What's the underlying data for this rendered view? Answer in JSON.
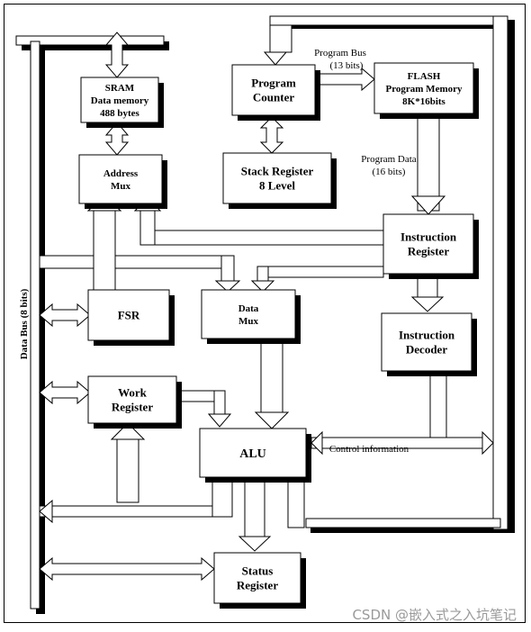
{
  "diagram": {
    "blocks": {
      "sram": [
        "SRAM",
        "Data memory",
        "488 bytes"
      ],
      "program_counter": [
        "Program",
        "Counter"
      ],
      "flash": [
        "FLASH",
        "Program Memory",
        "8K*16bits"
      ],
      "address_mux": [
        "Address",
        "Mux"
      ],
      "stack_register": [
        "Stack Register",
        "8 Level"
      ],
      "instruction_register": [
        "Instruction",
        "Register"
      ],
      "fsr": [
        "FSR"
      ],
      "data_mux": [
        "Data",
        "Mux"
      ],
      "instruction_decoder": [
        "Instruction",
        "Decoder"
      ],
      "work_register": [
        "Work",
        "Register"
      ],
      "alu": [
        "ALU"
      ],
      "status_register": [
        "Status",
        "Register"
      ]
    },
    "labels": {
      "program_bus": [
        "Program Bus",
        "(13 bits)"
      ],
      "program_data": [
        "Program Data",
        "(16 bits)"
      ],
      "data_bus": "Data Bus (8 bits)",
      "control_information": "Control information"
    }
  },
  "watermark": "CSDN @嵌入式之入坑笔记",
  "colors": {
    "line": "#000000",
    "fill": "#ffffff",
    "shadow": "#000000"
  }
}
